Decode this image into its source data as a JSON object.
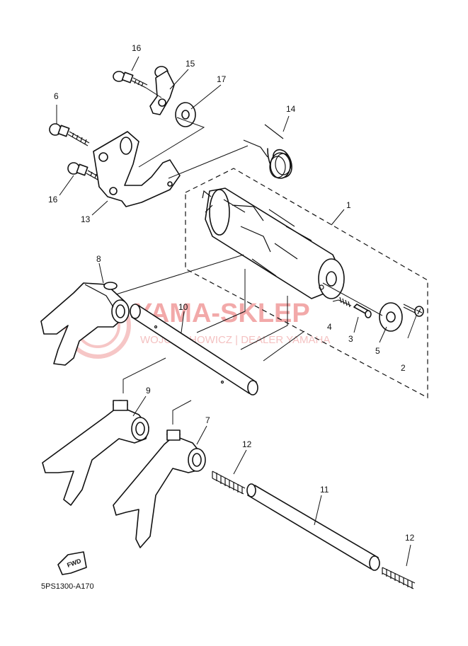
{
  "watermark": {
    "brand": "YAMA-SKLEP",
    "dealer": "WOJCIECHOWICZ | DEALER YAMAHA"
  },
  "diagram_code": "5PS1300-A170",
  "fwd_label": "FWD",
  "callouts": [
    {
      "id": "1",
      "label": "1"
    },
    {
      "id": "2",
      "label": "2"
    },
    {
      "id": "3",
      "label": "3"
    },
    {
      "id": "4",
      "label": "4"
    },
    {
      "id": "5",
      "label": "5"
    },
    {
      "id": "6",
      "label": "6"
    },
    {
      "id": "7",
      "label": "7"
    },
    {
      "id": "8",
      "label": "8"
    },
    {
      "id": "9",
      "label": "9"
    },
    {
      "id": "10",
      "label": "10"
    },
    {
      "id": "11",
      "label": "11"
    },
    {
      "id": "12a",
      "label": "12"
    },
    {
      "id": "12b",
      "label": "12"
    },
    {
      "id": "13",
      "label": "13"
    },
    {
      "id": "14",
      "label": "14"
    },
    {
      "id": "15",
      "label": "15"
    },
    {
      "id": "16a",
      "label": "16"
    },
    {
      "id": "16b",
      "label": "16"
    },
    {
      "id": "17",
      "label": "17"
    }
  ]
}
